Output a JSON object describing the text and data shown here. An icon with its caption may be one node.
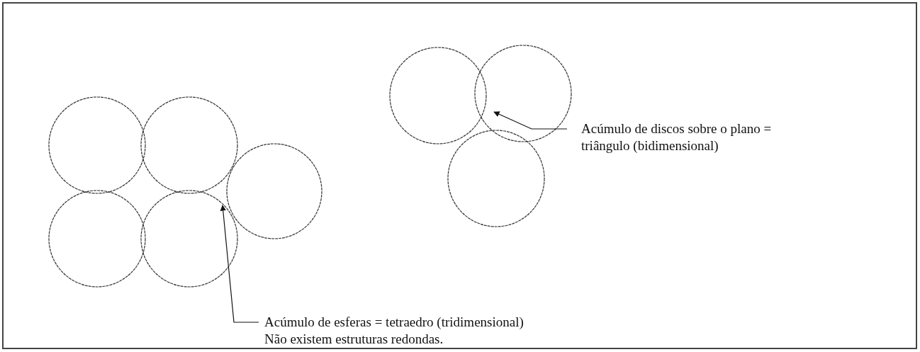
{
  "diagram": {
    "nodes": [
      {
        "text": [
          "Acúmulo de esferas = tetraedro (tridimensional)",
          "Não existem estruturas redondas."
        ]
      },
      {
        "text": [
          "Acúmulo de discos sobre o plano = triângulo (bidimensional)"
        ]
      }
    ],
    "edges": [
      {
        "from": 0,
        "to": null,
        "arrow": "to"
      },
      {
        "from": 1,
        "to": null,
        "arrow": "to"
      }
    ]
  }
}
